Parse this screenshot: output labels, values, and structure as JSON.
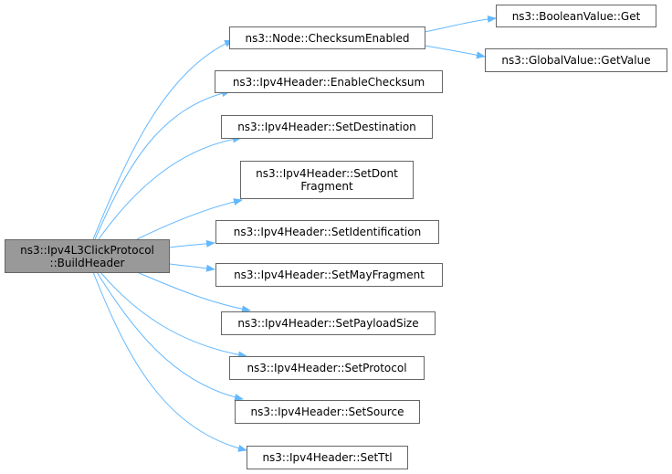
{
  "root": {
    "line1": "ns3::Ipv4L3ClickProtocol",
    "line2": "::BuildHeader"
  },
  "callees": [
    {
      "line1": "ns3::Node::ChecksumEnabled"
    },
    {
      "line1": "ns3::Ipv4Header::EnableChecksum"
    },
    {
      "line1": "ns3::Ipv4Header::SetDestination"
    },
    {
      "line1": "ns3::Ipv4Header::SetDont",
      "line2": "Fragment"
    },
    {
      "line1": "ns3::Ipv4Header::SetIdentification"
    },
    {
      "line1": "ns3::Ipv4Header::SetMayFragment"
    },
    {
      "line1": "ns3::Ipv4Header::SetPayloadSize"
    },
    {
      "line1": "ns3::Ipv4Header::SetProtocol"
    },
    {
      "line1": "ns3::Ipv4Header::SetSource"
    },
    {
      "line1": "ns3::Ipv4Header::SetTtl"
    }
  ],
  "second_level": [
    {
      "line1": "ns3::BooleanValue::Get"
    },
    {
      "line1": "ns3::GlobalValue::GetValue"
    }
  ],
  "colors": {
    "edge": "#63b8ff",
    "root_fill": "#999999",
    "node_border": "#666666"
  }
}
